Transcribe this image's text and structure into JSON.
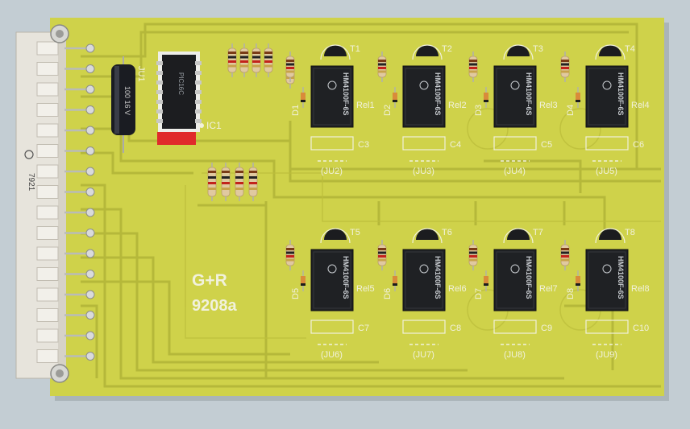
{
  "board": {
    "silkscreen_title": "G+R",
    "silkscreen_code": "9208a",
    "ic_label": "IC1",
    "jumper_main": "JU1",
    "capacitor_label": "100 16 V",
    "ic_marking": "PIC16C",
    "edge_marking": "7921",
    "colors": {
      "pcb": "#cfd24a",
      "trace": "#b7b93a",
      "silk": "#f1f1dc",
      "relay": "#1f2124",
      "relay_text": "#c7cbcf",
      "connector": "#e7e4dc",
      "background": "#c3cdd3"
    }
  },
  "relays": [
    {
      "id": "T1",
      "rel": "Rel1",
      "diode": "D1",
      "cap": "C3",
      "jumper": "(JU2)",
      "marking": "HM4100F-6S"
    },
    {
      "id": "T2",
      "rel": "Rel2",
      "diode": "D2",
      "cap": "C4",
      "jumper": "(JU3)",
      "marking": "HM4100F-6S"
    },
    {
      "id": "T3",
      "rel": "Rel3",
      "diode": "D3",
      "cap": "C5",
      "jumper": "(JU4)",
      "marking": "HM4100F-6S"
    },
    {
      "id": "T4",
      "rel": "Rel4",
      "diode": "D4",
      "cap": "C6",
      "jumper": "(JU5)",
      "marking": "HM4100F-6S"
    },
    {
      "id": "T5",
      "rel": "Rel5",
      "diode": "D5",
      "cap": "C7",
      "jumper": "(JU6)",
      "marking": "HM4100F-6S"
    },
    {
      "id": "T6",
      "rel": "Rel6",
      "diode": "D6",
      "cap": "C8",
      "jumper": "(JU7)",
      "marking": "HM4100F-6S"
    },
    {
      "id": "T7",
      "rel": "Rel7",
      "diode": "D7",
      "cap": "C9",
      "jumper": "(JU8)",
      "marking": "HM4100F-6S"
    },
    {
      "id": "T8",
      "rel": "Rel8",
      "diode": "D8",
      "cap": "C10",
      "jumper": "(JU9)",
      "marking": "HM4100F-6S"
    }
  ]
}
